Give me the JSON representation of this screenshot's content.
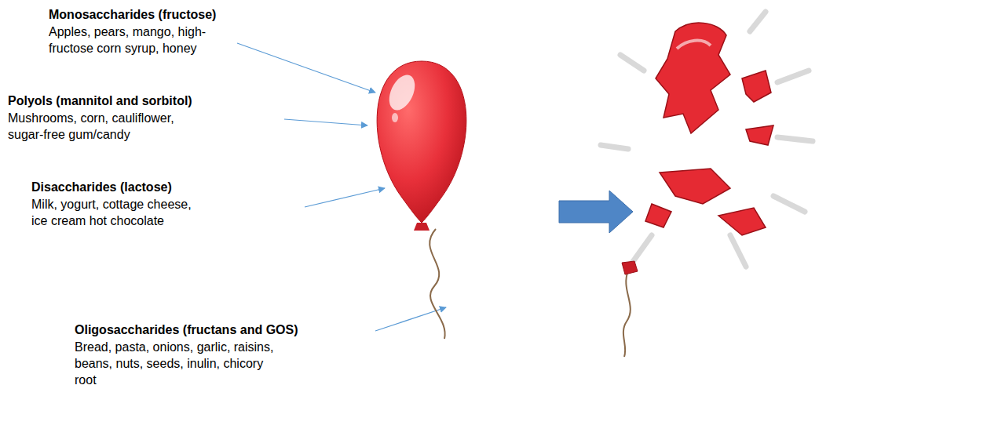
{
  "diagram": {
    "labels": [
      "Monosaccharides (fructose)",
      "Apples, pears, mango, high-fructose corn syrup, honey",
      "Polyols (mannitol and sorbitol)",
      "Mushrooms, corn, cauliflower, sugar-free gum/candy",
      "Disaccharides (lactose)",
      "Milk, yogurt, cottage cheese, ice cream hot chocolate",
      "Oligosaccharides (fructans and GOS)",
      "Bread, pasta, onions, garlic, raisins, beans, nuts, seeds, inulin, chicory root"
    ]
  }
}
